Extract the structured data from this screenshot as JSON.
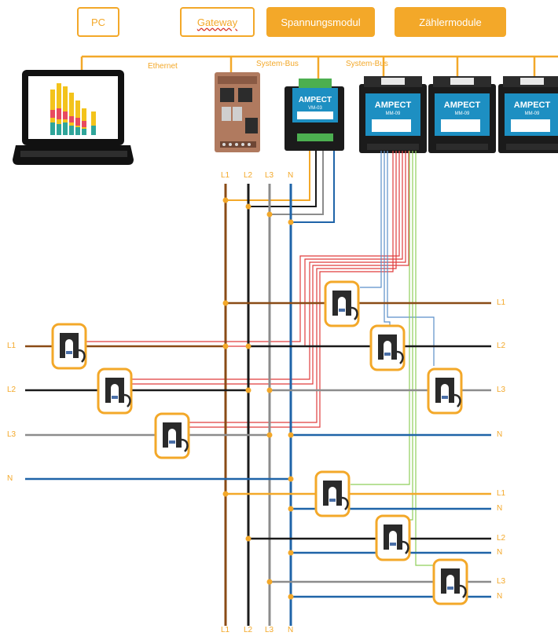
{
  "top_boxes": {
    "pc": "PC",
    "gateway": "Gateway",
    "spannungsmodul": "Spannungsmodul",
    "zaehlermodule": "Zählermodule"
  },
  "bus_labels": {
    "ethernet": "Ethernet",
    "system_bus_1": "System-Bus",
    "system_bus_2": "System-Bus"
  },
  "modules": {
    "voltage_brand": "AMPECT",
    "voltage_model": "VM-03",
    "meter_brand": "AMPECT",
    "meter_model": "MM-09"
  },
  "bus_top_labels": [
    "L1",
    "L2",
    "L3",
    "N"
  ],
  "bus_bottom_labels": [
    "L1",
    "L2",
    "L3",
    "N"
  ],
  "left_feed_labels": [
    "L1",
    "L2",
    "L3",
    "N"
  ],
  "right_out_labels": [
    "L1",
    "L2",
    "L3",
    "N",
    "L1",
    "N",
    "L2",
    "N",
    "L3",
    "N"
  ],
  "colors": {
    "accent": "#f3a829",
    "L1": "#8a4b16",
    "L2": "#1a1a1a",
    "L3": "#8c8c8c",
    "N": "#1f64a8",
    "signal_red": "#e03c3c",
    "signal_blue": "#5a8fc9",
    "signal_green": "#8fcf5a"
  },
  "icons": [
    "laptop-icon",
    "gateway-device-icon",
    "voltage-module-icon",
    "meter-module-icon",
    "current-clamp-icon"
  ]
}
